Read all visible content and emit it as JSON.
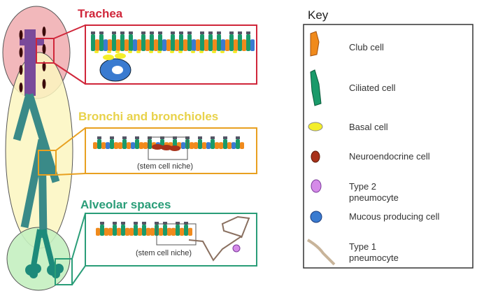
{
  "regions": [
    {
      "title": "Trachea",
      "color": "#d0263a"
    },
    {
      "title": "Bronchi and bronchioles",
      "color": "#e8d24a",
      "caption": "(stem cell niche)"
    },
    {
      "title": "Alveolar spaces",
      "color": "#2a9d78",
      "caption": "(stem cell niche)"
    }
  ],
  "key": {
    "title": "Key",
    "items": [
      {
        "label": "Club cell",
        "color": "#f08a1c"
      },
      {
        "label": "Ciliated cell",
        "color": "#1a9a6a"
      },
      {
        "label": "Basal cell",
        "color": "#f4ee2a"
      },
      {
        "label": "Neuroendocrine cell",
        "color": "#a8321a"
      },
      {
        "label": "Type 2 pneumocyte",
        "color": "#d58ae8"
      },
      {
        "label": "Mucous producing cell",
        "color": "#3a7bd0"
      },
      {
        "label": "Type 1 pneumocyte",
        "color": "#c8b49a"
      }
    ]
  }
}
